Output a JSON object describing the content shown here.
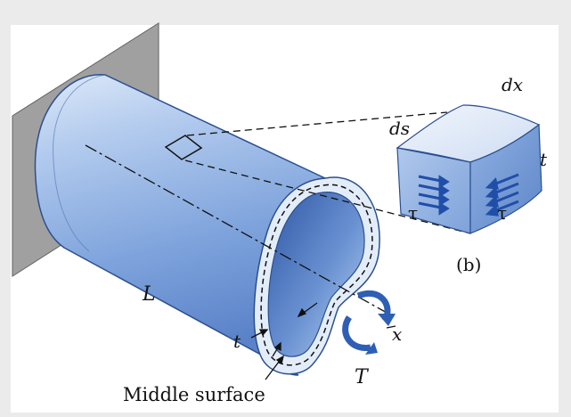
{
  "labels": {
    "length": "L",
    "thickness": "t",
    "thickness_element": "t",
    "axis": "x",
    "torque": "T",
    "middle_surface": "Middle surface",
    "part": "(b)",
    "ds": "ds",
    "dx": "dx",
    "tau_left": "τ",
    "tau_right": "τ"
  },
  "colors": {
    "background": "#ebebeb",
    "panel": "#ffffff",
    "tube_light": "#dbe8f8",
    "tube_mid": "#7fa5dd",
    "tube_dark": "#3a64b0",
    "arrow_blue": "#2f5fb5",
    "wall": "#9a9a9a"
  }
}
